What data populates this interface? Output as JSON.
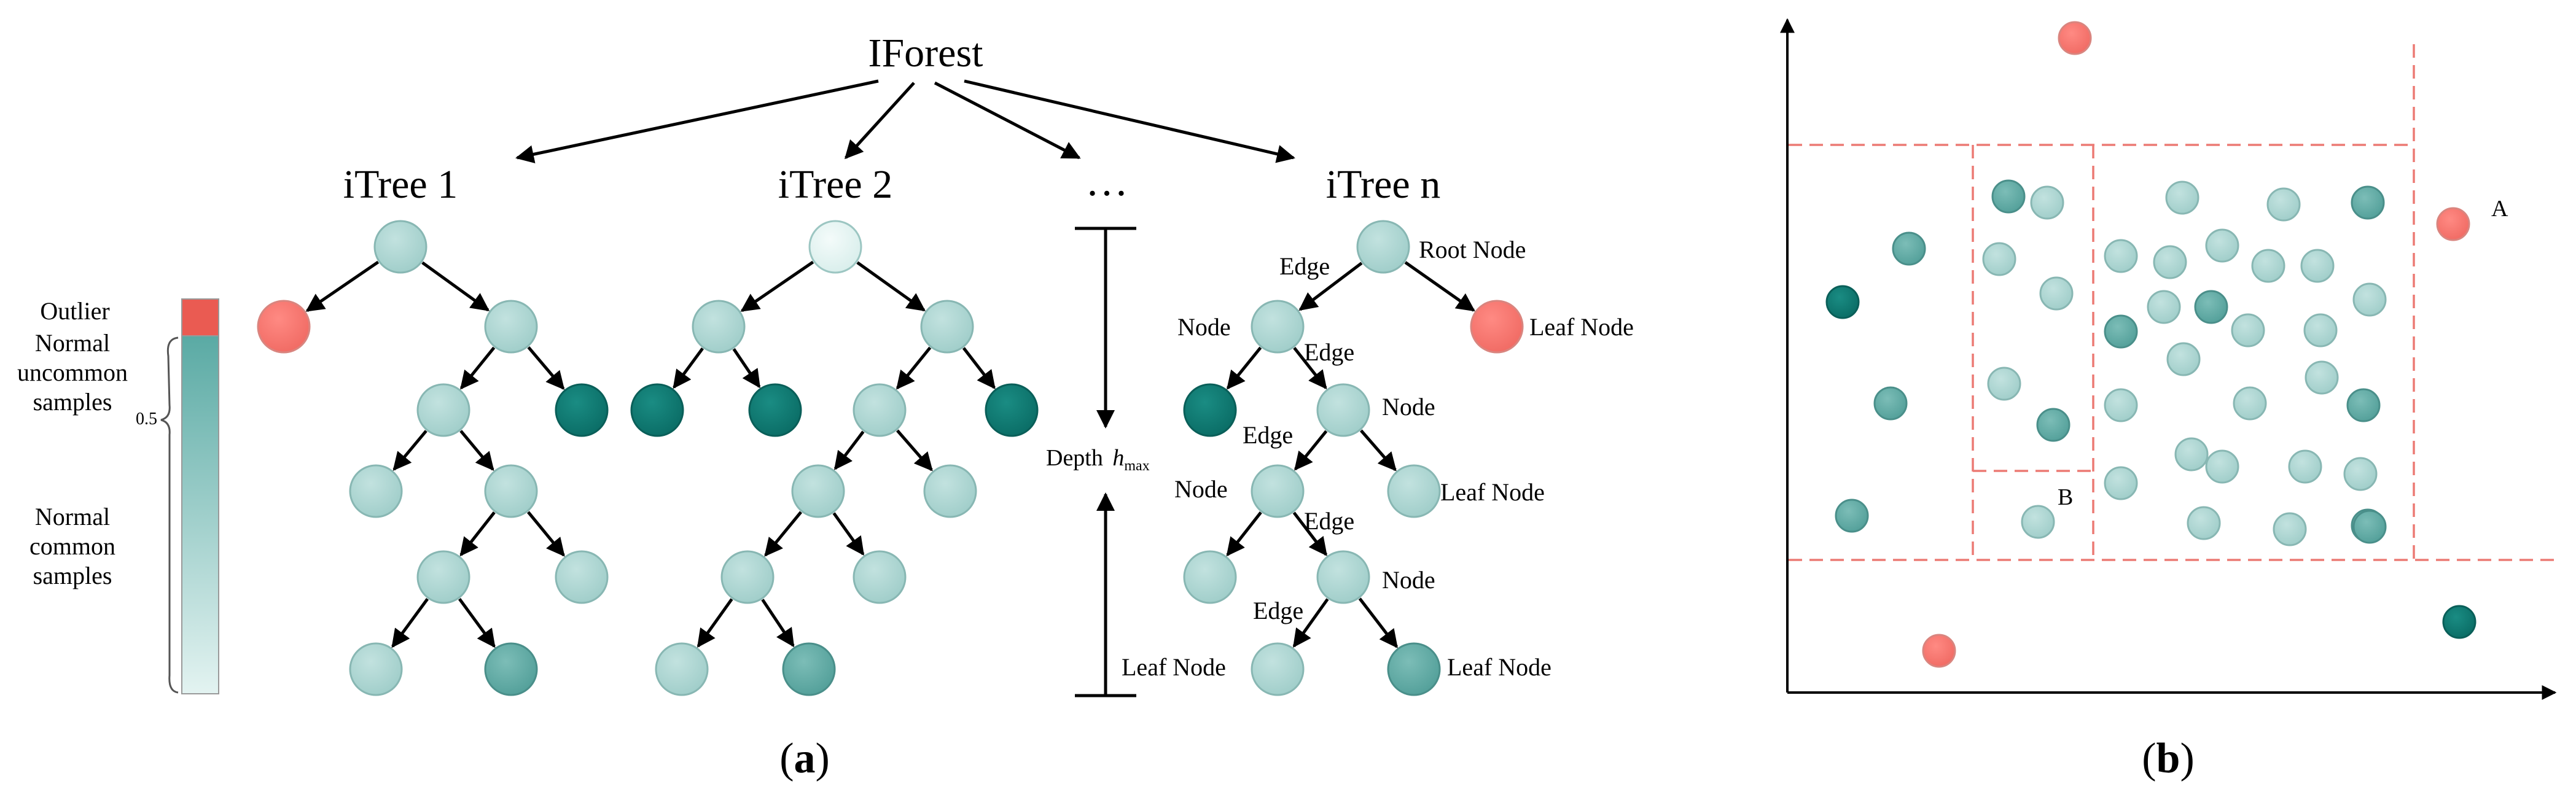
{
  "panel_a": {
    "title": "IForest",
    "ellipsis": "…",
    "trees": [
      "iTree 1",
      "iTree 2",
      "iTree n"
    ],
    "depth_label": "Depth",
    "depth_symbol": "h",
    "depth_subscript": "max",
    "node_labels": {
      "root": "Root Node",
      "node": "Node",
      "edge": "Edge",
      "leaf": "Leaf Node"
    },
    "legend": {
      "outlier": "Outlier",
      "uncommon_line1": "Normal",
      "uncommon_line2": "uncommon",
      "uncommon_line3": "samples",
      "threshold": "0.5",
      "common_line1": "Normal",
      "common_line2": "common",
      "common_line3": "samples"
    },
    "caption": "a"
  },
  "panel_b": {
    "point_a": "A",
    "point_b": "B",
    "caption": "b"
  },
  "colors": {
    "outlier": "#f06a63",
    "dark_teal": "#0e7a72",
    "mid_teal": "#5aaaa4",
    "light_teal": "#a8d3cf",
    "pale": "#e3f3f1",
    "partition": "#ec7a74"
  }
}
